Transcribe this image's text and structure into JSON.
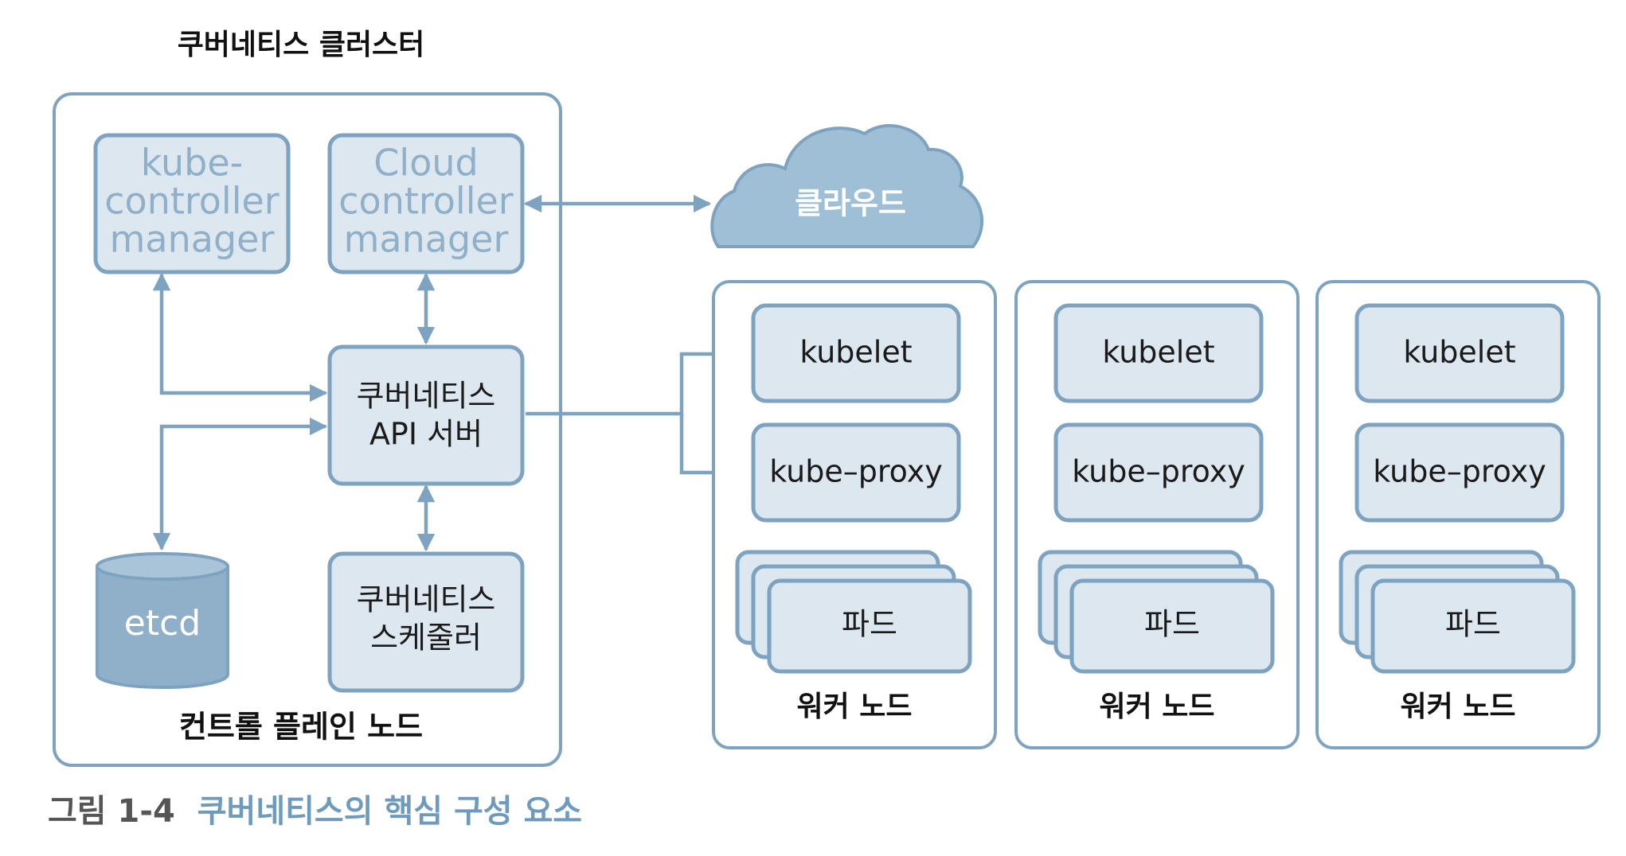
{
  "title": "쿠버네티스 클러스터",
  "control_plane": {
    "label": "컨트롤 플레인 노드",
    "kube_controller_manager": [
      "kube-",
      "controller",
      "manager"
    ],
    "cloud_controller_manager": [
      "Cloud",
      "controller",
      "manager"
    ],
    "api_server": [
      "쿠버네티스",
      "API 서버"
    ],
    "etcd": "etcd",
    "scheduler": [
      "쿠버네티스",
      "스케줄러"
    ]
  },
  "cloud": {
    "label": "클라우드"
  },
  "worker_nodes": [
    {
      "kubelet": "kubelet",
      "kube_proxy": "kube–proxy",
      "pod": "파드",
      "label": "워커 노드"
    },
    {
      "kubelet": "kubelet",
      "kube_proxy": "kube–proxy",
      "pod": "파드",
      "label": "워커 노드"
    },
    {
      "kubelet": "kubelet",
      "kube_proxy": "kube–proxy",
      "pod": "파드",
      "label": "워커 노드"
    }
  ],
  "caption": {
    "prefix": "그림 1-4",
    "text": "쿠버네티스의 핵심 구성 요소"
  },
  "colors": {
    "box_fill": "#dce7f0",
    "box_stroke": "#7ea3c0",
    "cloud_fill": "#9fbfd6",
    "etcd_fill": "#8fb0c8",
    "caption_prefix": "#555555",
    "caption_text": "#6e9bbd"
  }
}
